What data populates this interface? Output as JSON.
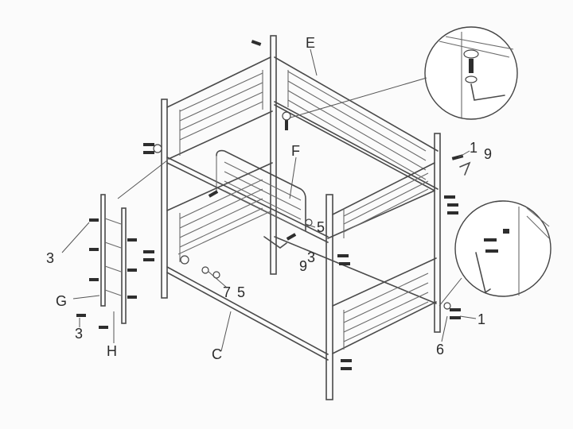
{
  "labels": {
    "E": "E",
    "F": "F",
    "C": "C",
    "G": "G",
    "H": "H",
    "n1_top": "1",
    "n9_top": "9",
    "n5_mid": "5",
    "n3_mid": "3",
    "n9_mid": "9",
    "n3_left": "3",
    "n7": "7",
    "n5_low": "5",
    "n1_right": "1",
    "n6": "6",
    "n3_bottom": "3"
  },
  "colors": {
    "line": "#4a4a4a",
    "hardware": "#2e2e2e",
    "paper": "#fbfbfb"
  }
}
